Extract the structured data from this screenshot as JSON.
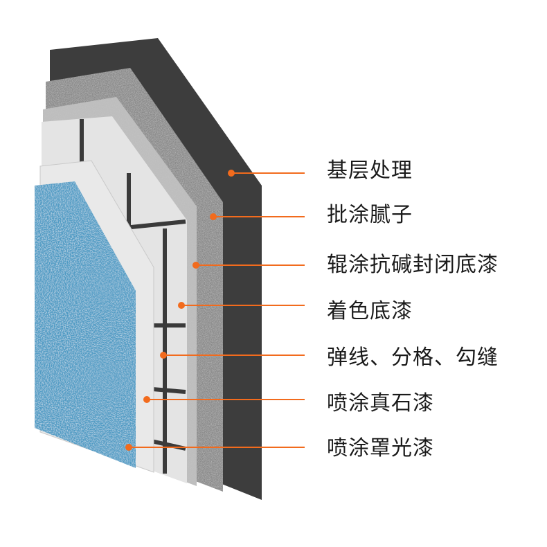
{
  "colors": {
    "leader": "#f26b1d",
    "substrate": "#3d3d3d",
    "putty": "#8a8a8a",
    "primer": "#bdbdbd",
    "color_primer": "#e4e4e4",
    "grid_line": "#3a3a3a",
    "real_stone": "#e9e9e9",
    "topcoat": "#4f9bc4"
  },
  "layers": [
    {
      "label": "基层处理"
    },
    {
      "label": "批涂腻子"
    },
    {
      "label": "辊涂抗碱封闭底漆"
    },
    {
      "label": "着色底漆"
    },
    {
      "label": "弹线、分格、勾缝"
    },
    {
      "label": "喷涂真石漆"
    },
    {
      "label": "喷涂罩光漆"
    }
  ]
}
